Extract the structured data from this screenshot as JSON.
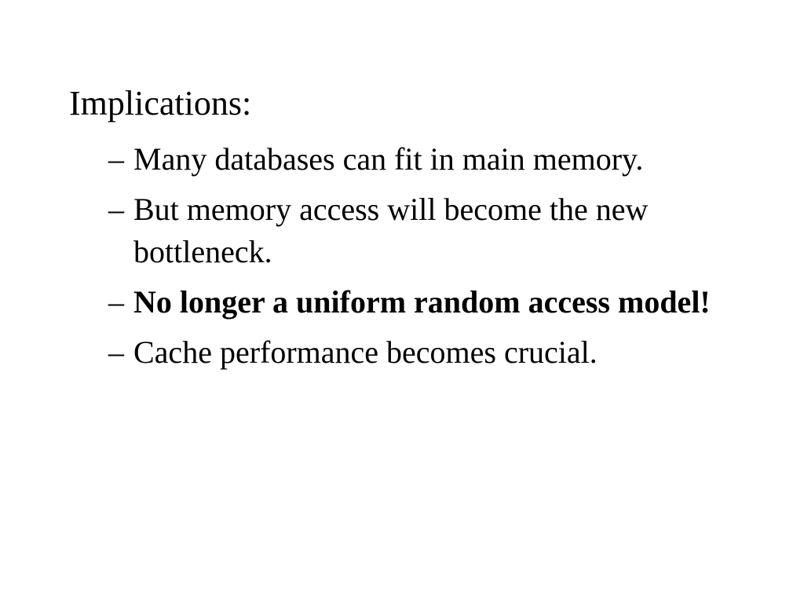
{
  "slide": {
    "heading": "Implications:",
    "bullets": [
      {
        "marker": "–",
        "text": "Many databases can fit in main memory.",
        "bold": false
      },
      {
        "marker": "–",
        "text": "But memory access will become the new bottleneck.",
        "bold": false
      },
      {
        "marker": "–",
        "text": "No longer a uniform random access model!",
        "bold": true
      },
      {
        "marker": "–",
        "text": "Cache performance becomes crucial.",
        "bold": false
      }
    ]
  }
}
